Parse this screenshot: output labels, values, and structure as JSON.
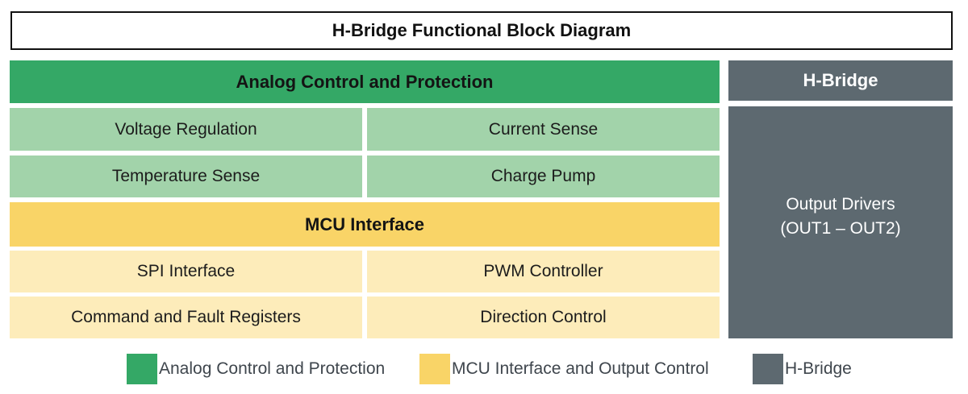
{
  "title": "H-Bridge Functional Block Diagram",
  "colors": {
    "analog_header": "#34a866",
    "analog_cell": "#a2d3aa",
    "mcu_header": "#f9d467",
    "mcu_cell": "#fdecba",
    "hbridge": "#5d6970",
    "title_border": "#111111",
    "legend_text": "#3f464d"
  },
  "left_panel": {
    "analog_header": "Analog Control and Protection",
    "analog_cells": [
      "Voltage Regulation",
      "Current Sense",
      "Temperature Sense",
      "Charge Pump"
    ],
    "mcu_header": "MCU Interface",
    "mcu_cells": [
      "SPI Interface",
      "PWM Controller",
      "Command and Fault Registers",
      "Direction Control"
    ]
  },
  "right_panel": {
    "header": "H-Bridge",
    "output_line1": "Output Drivers",
    "output_line2": "(OUT1 – OUT2)"
  },
  "legend": {
    "items": [
      {
        "label": "Analog Control and Protection",
        "color": "#34a866"
      },
      {
        "label": "MCU Interface and Output Control",
        "color": "#f9d467"
      },
      {
        "label": "H-Bridge",
        "color": "#5d6970"
      }
    ]
  }
}
